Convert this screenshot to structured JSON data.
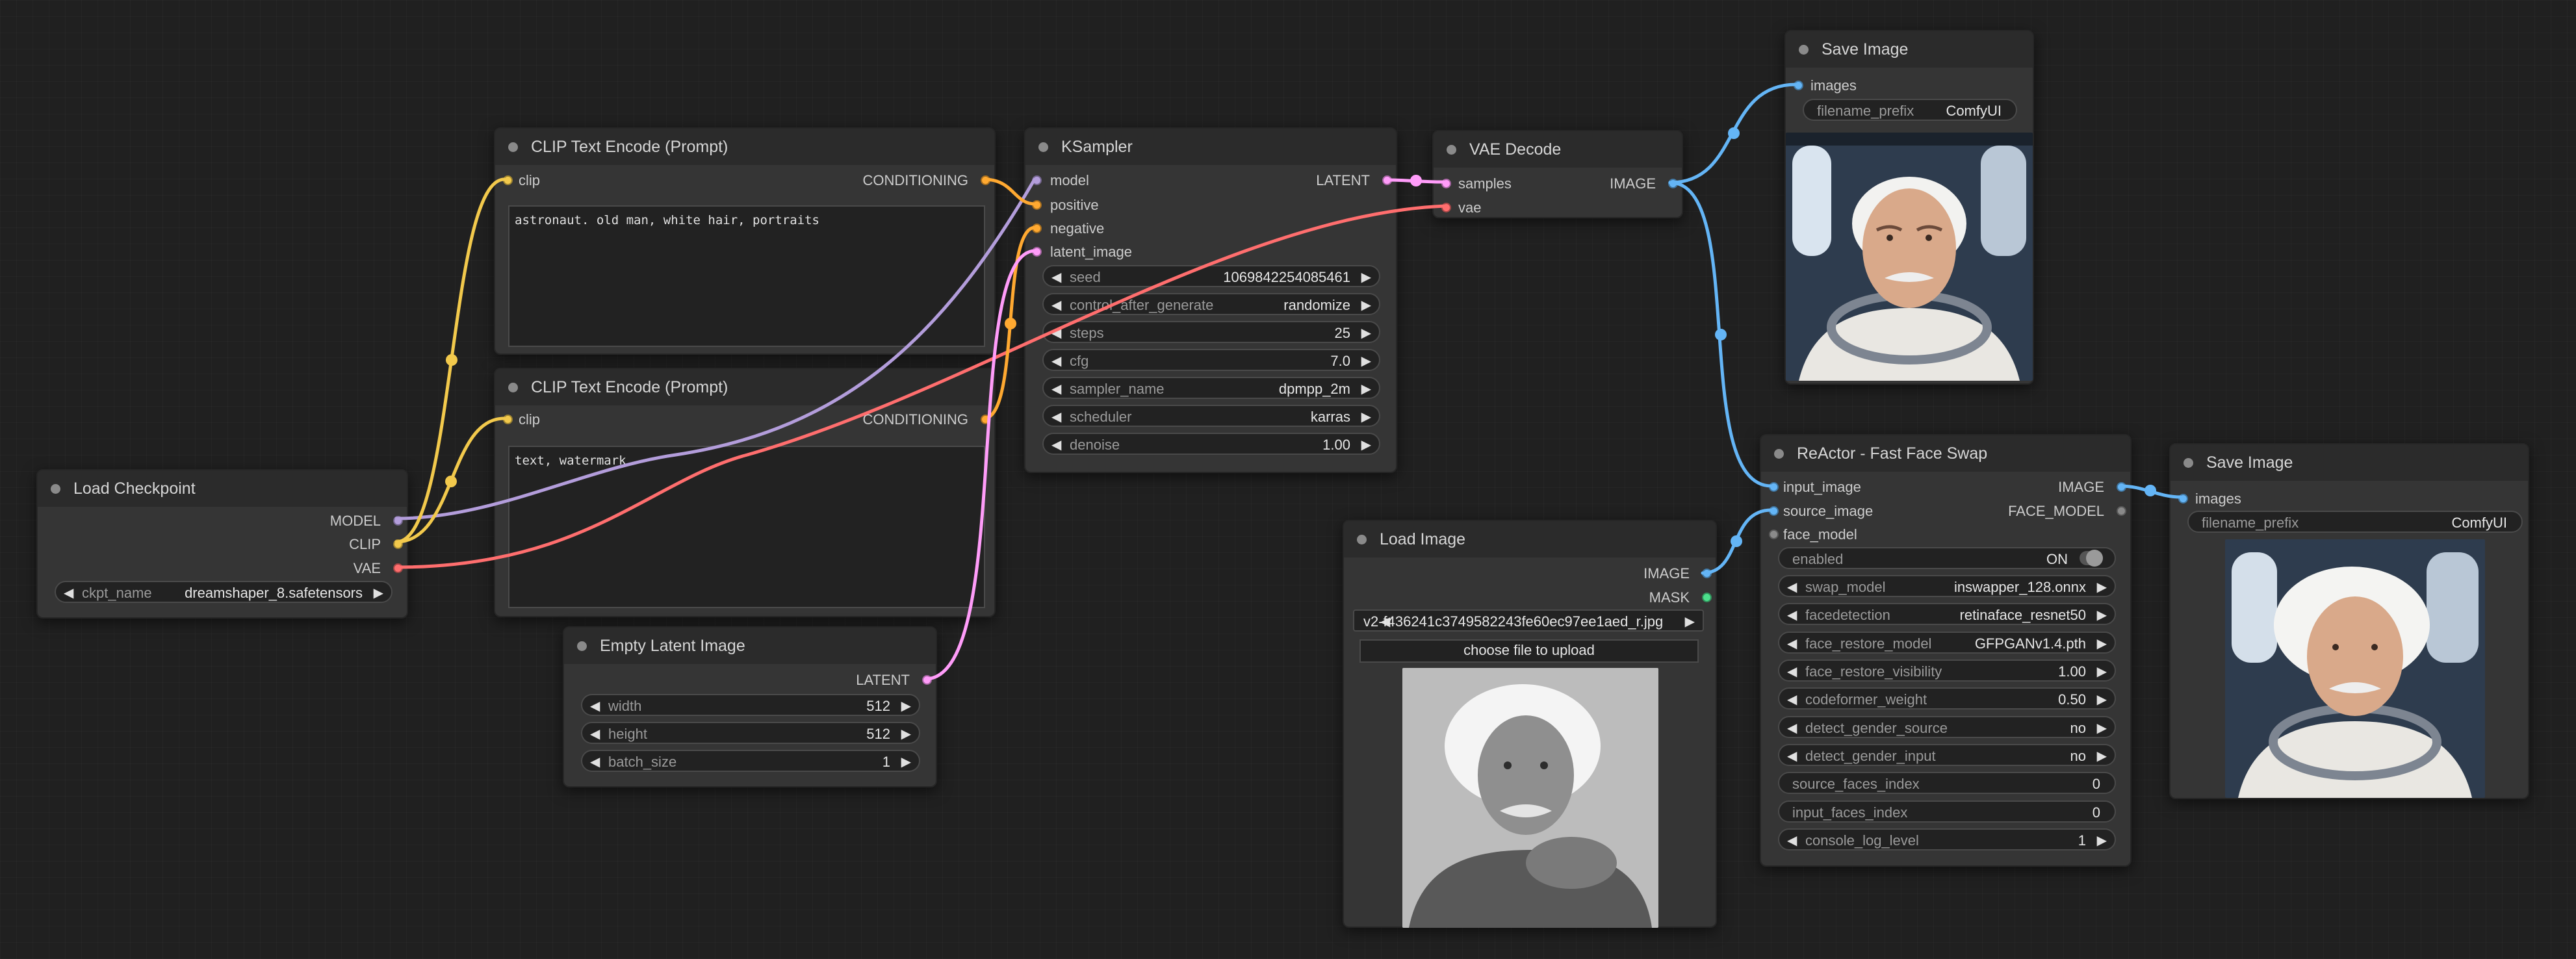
{
  "colors": {
    "clip": "#f2c94c",
    "model": "#b39ddb",
    "vae": "#ff6e6e",
    "conditioning": "#ffa931",
    "latent": "#ff9cf9",
    "image": "#64b5f6"
  },
  "load_checkpoint": {
    "title": "Load Checkpoint",
    "outputs": [
      "MODEL",
      "CLIP",
      "VAE"
    ],
    "widget": {
      "label": "ckpt_name",
      "value": "dreamshaper_8.safetensors"
    }
  },
  "clip_pos": {
    "title": "CLIP Text Encode (Prompt)",
    "input": "clip",
    "output": "CONDITIONING",
    "text": "astronaut. old man, white hair, portraits"
  },
  "clip_neg": {
    "title": "CLIP Text Encode (Prompt)",
    "input": "clip",
    "output": "CONDITIONING",
    "text": "text, watermark"
  },
  "ksampler": {
    "title": "KSampler",
    "inputs": [
      "model",
      "positive",
      "negative",
      "latent_image"
    ],
    "output": "LATENT",
    "widgets": [
      {
        "label": "seed",
        "value": "1069842254085461"
      },
      {
        "label": "control_after_generate",
        "value": "randomize"
      },
      {
        "label": "steps",
        "value": "25"
      },
      {
        "label": "cfg",
        "value": "7.0"
      },
      {
        "label": "sampler_name",
        "value": "dpmpp_2m"
      },
      {
        "label": "scheduler",
        "value": "karras"
      },
      {
        "label": "denoise",
        "value": "1.00"
      }
    ]
  },
  "empty_latent": {
    "title": "Empty Latent Image",
    "output": "LATENT",
    "widgets": [
      {
        "label": "width",
        "value": "512"
      },
      {
        "label": "height",
        "value": "512"
      },
      {
        "label": "batch_size",
        "value": "1"
      }
    ]
  },
  "vae_decode": {
    "title": "VAE Decode",
    "inputs": [
      "samples",
      "vae"
    ],
    "output": "IMAGE"
  },
  "save1": {
    "title": "Save Image",
    "input": "images",
    "widget": {
      "label": "filename_prefix",
      "value": "ComfyUI"
    }
  },
  "load_image": {
    "title": "Load Image",
    "outputs": [
      "IMAGE",
      "MASK"
    ],
    "file": "v2-f436241c3749582243fe60ec97ee1aed_r.jpg",
    "upload": "choose file to upload"
  },
  "reactor": {
    "title": "ReActor - Fast Face Swap",
    "inputs": [
      "input_image",
      "source_image",
      "face_model"
    ],
    "outputs": [
      "IMAGE",
      "FACE_MODEL"
    ],
    "toggle": {
      "label": "enabled",
      "value": "ON"
    },
    "widgets": [
      {
        "label": "swap_model",
        "value": "inswapper_128.onnx",
        "arrows": true
      },
      {
        "label": "facedetection",
        "value": "retinaface_resnet50",
        "arrows": true
      },
      {
        "label": "face_restore_model",
        "value": "GFPGANv1.4.pth",
        "arrows": true
      },
      {
        "label": "face_restore_visibility",
        "value": "1.00",
        "arrows": true
      },
      {
        "label": "codeformer_weight",
        "value": "0.50",
        "arrows": true
      },
      {
        "label": "detect_gender_source",
        "value": "no",
        "arrows": true
      },
      {
        "label": "detect_gender_input",
        "value": "no",
        "arrows": true
      },
      {
        "label": "source_faces_index",
        "value": "0",
        "arrows": false
      },
      {
        "label": "input_faces_index",
        "value": "0",
        "arrows": false
      },
      {
        "label": "console_log_level",
        "value": "1",
        "arrows": true
      }
    ]
  },
  "save2": {
    "title": "Save Image",
    "input": "images",
    "widget": {
      "label": "filename_prefix",
      "value": "ComfyUI"
    }
  }
}
